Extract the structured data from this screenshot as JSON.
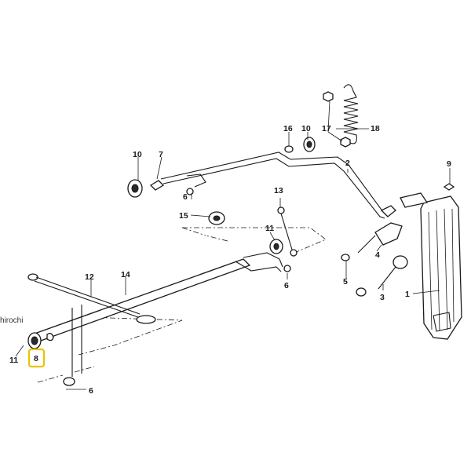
{
  "watermark": "hirochi",
  "highlight_color": "#e8c400",
  "callouts": {
    "c1": "1",
    "c2": "2",
    "c3": "3",
    "c4": "4",
    "c5": "5",
    "c6a": "6",
    "c6b": "6",
    "c6c": "6",
    "c7": "7",
    "c8": "8",
    "c9": "9",
    "c10a": "10",
    "c10b": "10",
    "c11a": "11",
    "c11b": "11",
    "c12": "12",
    "c13": "13",
    "c14": "14",
    "c15": "15",
    "c16": "16",
    "c17": "17",
    "c18": "18"
  },
  "highlighted_callout": "8"
}
